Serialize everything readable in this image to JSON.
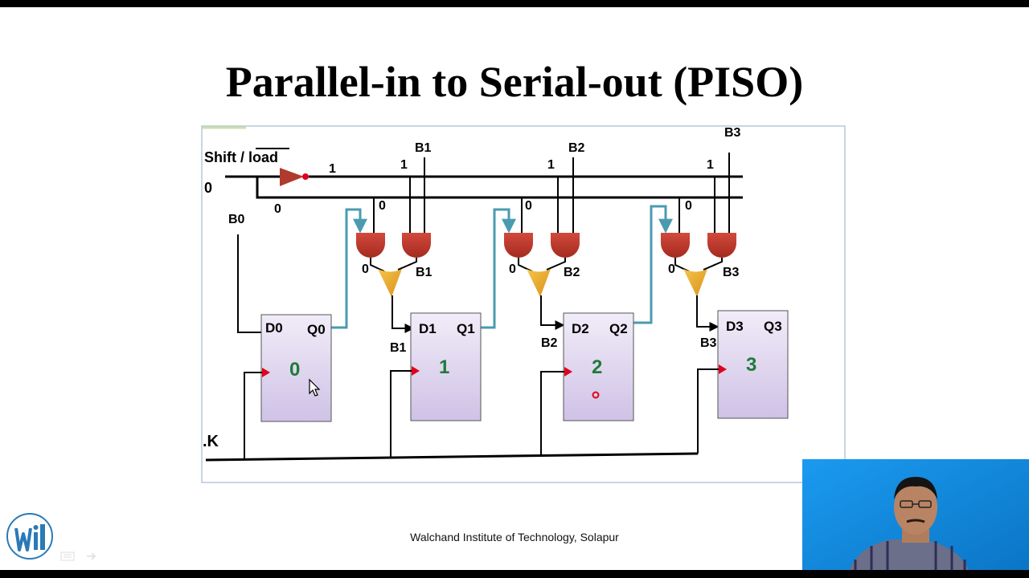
{
  "slide": {
    "title": "Parallel-in to Serial-out (PISO)",
    "footer": "Walchand Institute of Technology, Solapur"
  },
  "diagram": {
    "shift_load_prefix": "Shift / ",
    "shift_load_overbar": "load",
    "clock_label": ".K",
    "line_values": {
      "control_in": "0",
      "inverted": "1",
      "bus_low": "0",
      "and_top_1": "1",
      "and_top_2": "1",
      "and_top_3": "1",
      "and_bot_1": "0",
      "and_bot_2": "0",
      "and_bot_3": "0",
      "and_out_1": "0",
      "and_out_2": "0",
      "and_out_3": "0"
    },
    "inputs": {
      "b0": "B0",
      "b1_top": "B1",
      "b2_top": "B2",
      "b3_top": "B3",
      "b1_gate": "B1",
      "b2_gate": "B2",
      "b3_gate": "B3",
      "b1_d": "B1",
      "b2_d": "B2",
      "b3_d": "B3"
    },
    "flipflops": [
      {
        "d": "D0",
        "q": "Q0",
        "value": "0"
      },
      {
        "d": "D1",
        "q": "Q1",
        "value": "1"
      },
      {
        "d": "D2",
        "q": "Q2",
        "value": "2"
      },
      {
        "d": "D3",
        "q": "Q3",
        "value": "3"
      }
    ]
  },
  "colors": {
    "wire": "#000000",
    "feedback_wire": "#4a9bb0",
    "and_gate": "#c0392b",
    "or_gate": "#f0b429",
    "flipflop_fill": "#d9d0ec",
    "clock_marker": "#e0001b",
    "value_text": "#1f7a3a",
    "webcam_bg": "#1590e0"
  },
  "icons": [
    "logo-icon",
    "cursor-icon",
    "menu-icon",
    "next-arrow-icon"
  ]
}
